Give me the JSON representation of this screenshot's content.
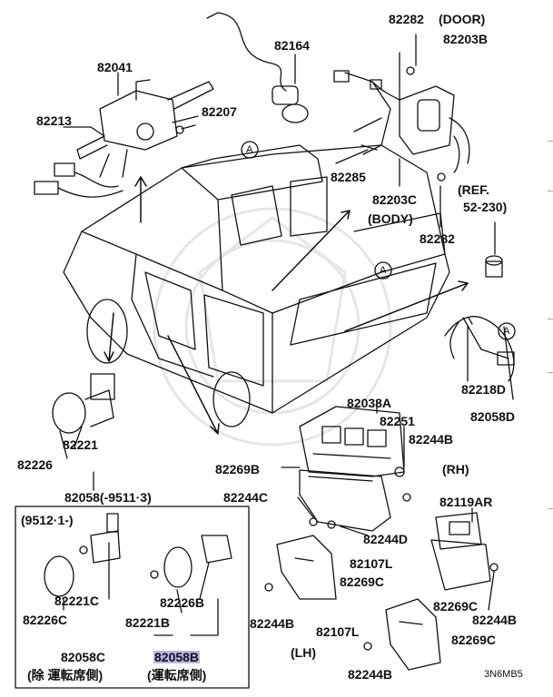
{
  "labels": {
    "p82282_door": "82282",
    "door": "(DOOR)",
    "p82203B": "82203B",
    "p82164": "82164",
    "p82041": "82041",
    "p82213": "82213",
    "p82207": "82207",
    "p82285": "82285",
    "p82203C": "82203C",
    "body": "(BODY)",
    "ref": "(REF.",
    "ref2": "52-230)",
    "p82282_body": "82282",
    "callout_a": "A",
    "p82218D": "82218D",
    "p82058D": "82058D",
    "p82038A": "82038A",
    "p82251": "82251",
    "p82244B_1": "82244B",
    "rh": "(RH)",
    "p82269B": "82269B",
    "p82244C": "82244C",
    "p82244D": "82244D",
    "p82119AR": "82119AR",
    "p82107L_1": "82107L",
    "p82269C_1": "82269C",
    "p82244B_2": "82244B",
    "p82269C_2": "82269C",
    "p82244B_3": "82244B",
    "p82107L_2": "82107L",
    "p82269C_3": "82269C",
    "lh": "(LH)",
    "p82244B_4": "82244B",
    "p82221": "82221",
    "p82226": "82226",
    "p82058_range": "82058(-9511·3)",
    "range_new": "(9512·1-)",
    "p82221C": "82221C",
    "p82226C": "82226C",
    "p82226B": "82226B",
    "p82221B": "82221B",
    "p82058C": "82058C",
    "p82058B": "82058B",
    "note_left": "(除 運転席側)",
    "note_right": "(運転席側)",
    "code": "3N6MB5"
  },
  "colors": {
    "line": "#111111",
    "highlight": "#b6b8ea",
    "watermark": "#e6e6e6"
  }
}
